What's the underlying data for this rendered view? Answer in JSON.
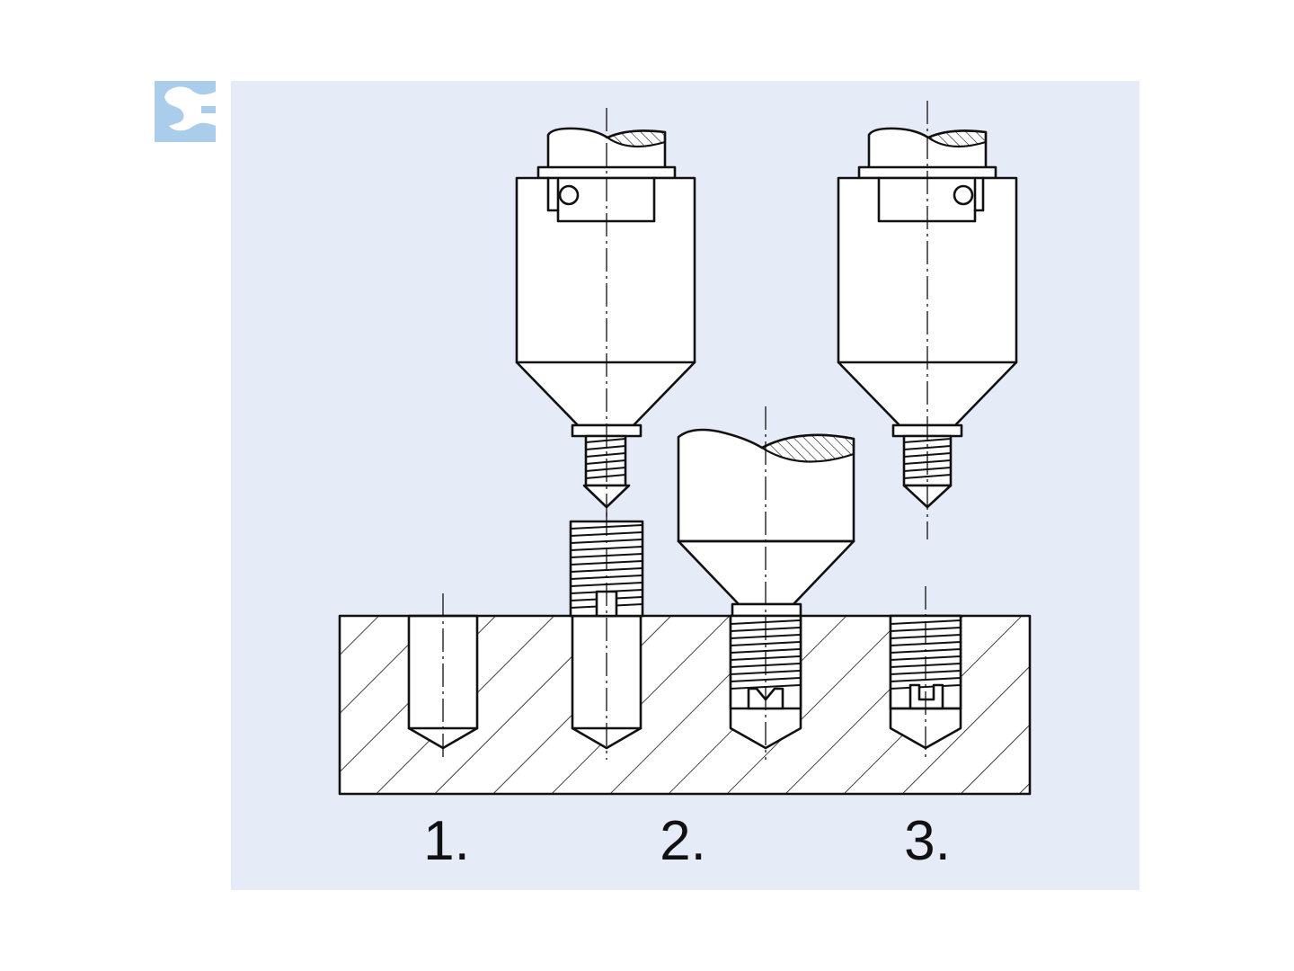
{
  "colors": {
    "panel_bg": "#e5ebf7",
    "logo": "#a9cdea",
    "line": "#111111",
    "fill": "#ffffff"
  },
  "icons": [
    "wrench-logo-icon"
  ],
  "steps": [
    {
      "label": "1."
    },
    {
      "label": "2."
    },
    {
      "label": "3."
    }
  ]
}
